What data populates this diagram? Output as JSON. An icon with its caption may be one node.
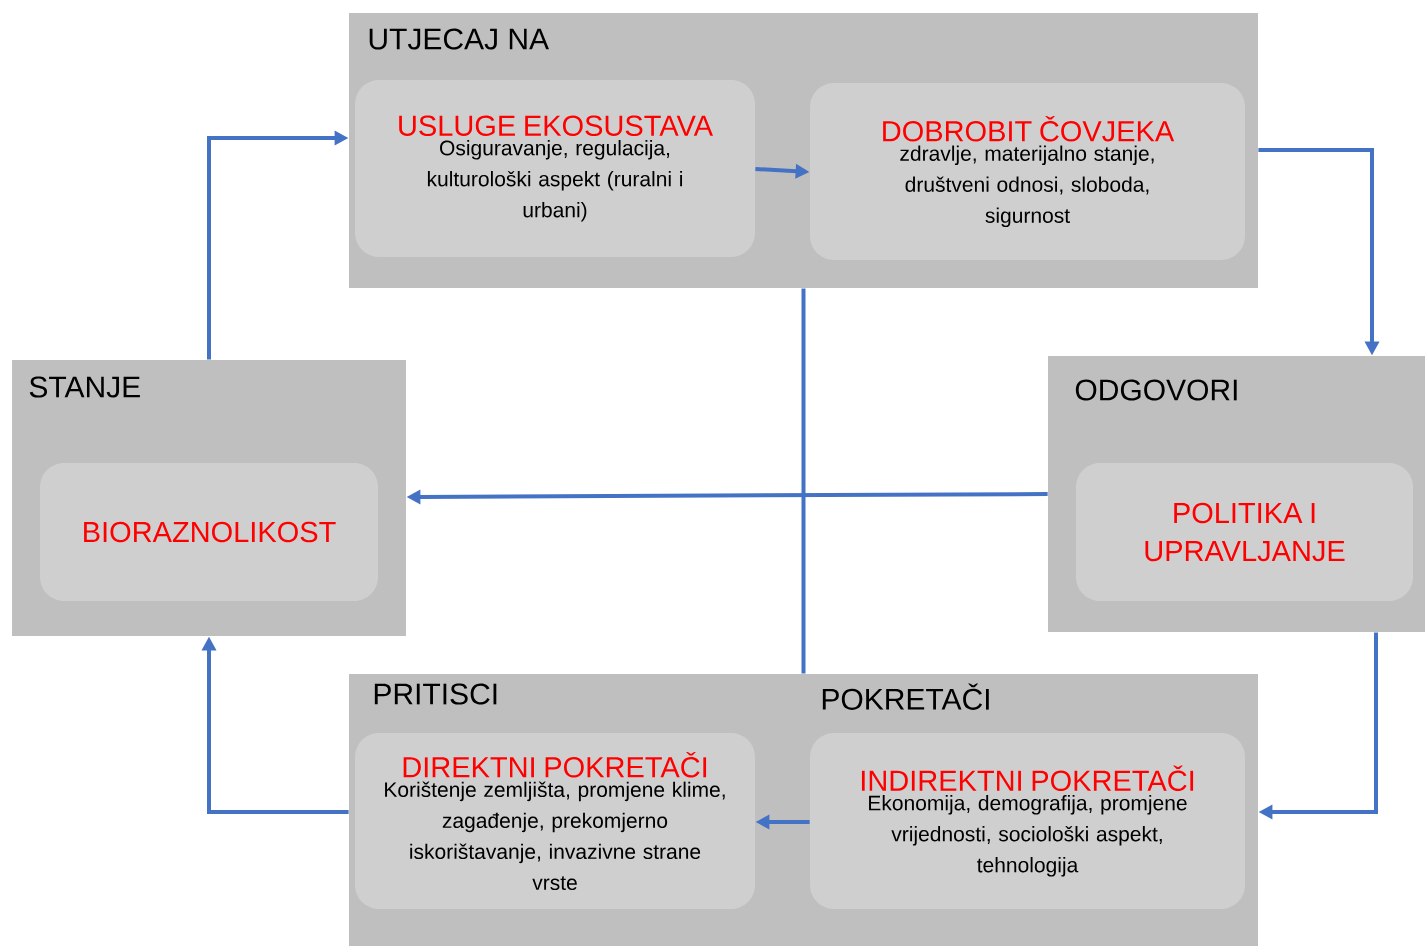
{
  "diagram": {
    "nodes": [
      {
        "text": [
          "UTJECAJ NA"
        ]
      },
      {
        "text": [
          "USLUGE EKOSUSTAVA",
          "Osiguravanje, regulacija, kulturološki aspekt (ruralni i urbani)"
        ],
        "in": 0
      },
      {
        "text": [
          "DOBROBIT ČOVJEKA",
          "zdravlje, materijalno stanje, društveni odnosi, sloboda, sigurnost"
        ],
        "in": 0
      },
      {
        "text": [
          "STANJE"
        ]
      },
      {
        "text": [
          "BIORAZNOLIKOST"
        ],
        "in": 3
      },
      {
        "text": [
          "ODGOVORI"
        ]
      },
      {
        "text": [
          "POLITIKA I UPRAVLJANJE"
        ],
        "in": 5
      },
      {
        "text": [
          "PRITISCI",
          "POKRETAČI"
        ]
      },
      {
        "text": [
          "DIREKTNI POKRETAČI",
          "Korištenje zemljišta, promjene klime, zagađenje, prekomjerno iskorištavanje, invazivne strane vrste"
        ],
        "in": 7
      },
      {
        "text": [
          "INDIREKTNI POKRETAČI",
          "Ekonomija, demografija, promjene vrijednosti, sociološki aspekt, tehnologija"
        ],
        "in": 7
      }
    ],
    "edges": [
      {
        "from": 3,
        "to": 0,
        "arrow": "to"
      },
      {
        "from": 1,
        "to": 2,
        "arrow": "to"
      },
      {
        "from": 0,
        "to": 5,
        "arrow": "to"
      },
      {
        "from": 5,
        "to": 3,
        "arrow": "to"
      },
      {
        "from": 0,
        "to": 7,
        "arrow": "none"
      },
      {
        "from": 5,
        "to": 7,
        "arrow": "to"
      },
      {
        "from": 9,
        "to": 8,
        "arrow": "to"
      },
      {
        "from": 7,
        "to": 3,
        "arrow": "to"
      }
    ]
  }
}
